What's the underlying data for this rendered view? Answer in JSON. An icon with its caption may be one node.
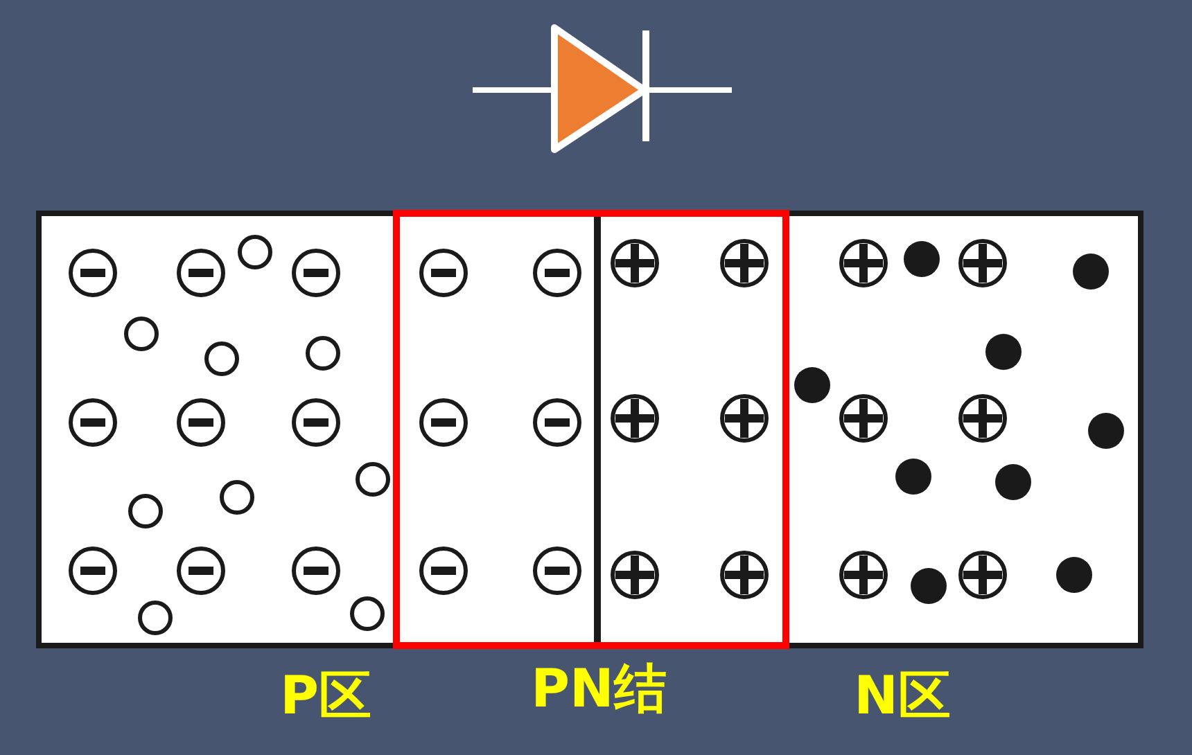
{
  "diagram": {
    "labels": [
      "P区",
      "PN结",
      "N区"
    ]
  }
}
